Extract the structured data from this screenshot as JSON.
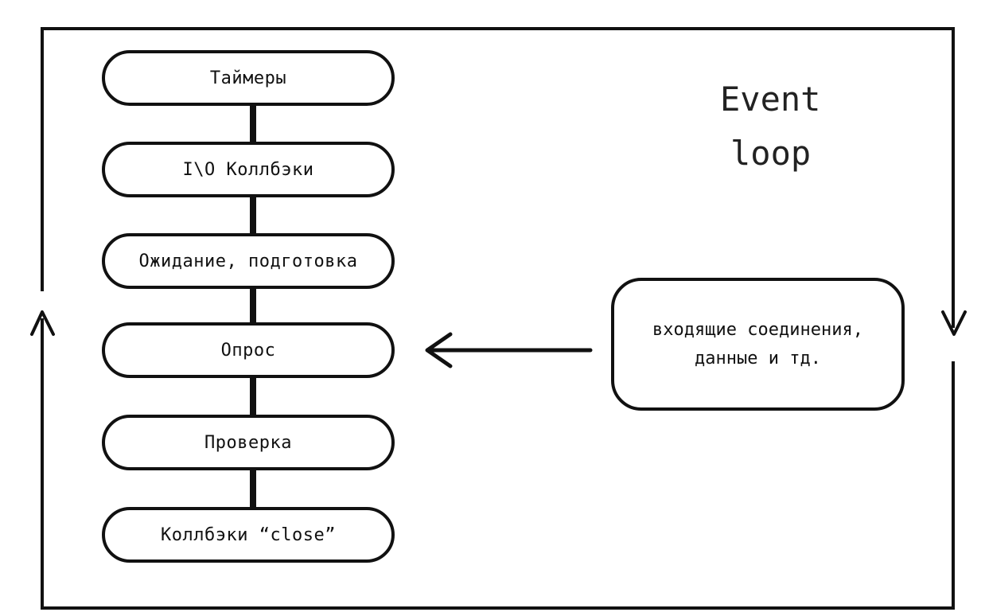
{
  "diagram": {
    "title_lines": [
      "Event",
      "loop"
    ],
    "phases": [
      "Таймеры",
      "I\\O Коллбэки",
      "Ожидание, подготовка",
      "Опрос",
      "Проверка",
      "Коллбэки “close”"
    ],
    "incoming": {
      "lines": [
        "входящие соединения,",
        "данные и тд."
      ]
    },
    "edges": [
      {
        "from": "incoming",
        "to": "Опрос",
        "type": "arrow"
      },
      {
        "from": "Таймеры",
        "to": "I\\O Коллбэки",
        "type": "line"
      },
      {
        "from": "I\\O Коллбэки",
        "to": "Ожидание, подготовка",
        "type": "line"
      },
      {
        "from": "Ожидание, подготовка",
        "to": "Опрос",
        "type": "line"
      },
      {
        "from": "Опрос",
        "to": "Проверка",
        "type": "line"
      },
      {
        "from": "Проверка",
        "to": "Коллбэки “close”",
        "type": "line"
      }
    ],
    "loop_frame": {
      "right_arrow": "down",
      "left_arrow": "up"
    },
    "colors": {
      "stroke": "#111111",
      "background": "#ffffff"
    }
  }
}
